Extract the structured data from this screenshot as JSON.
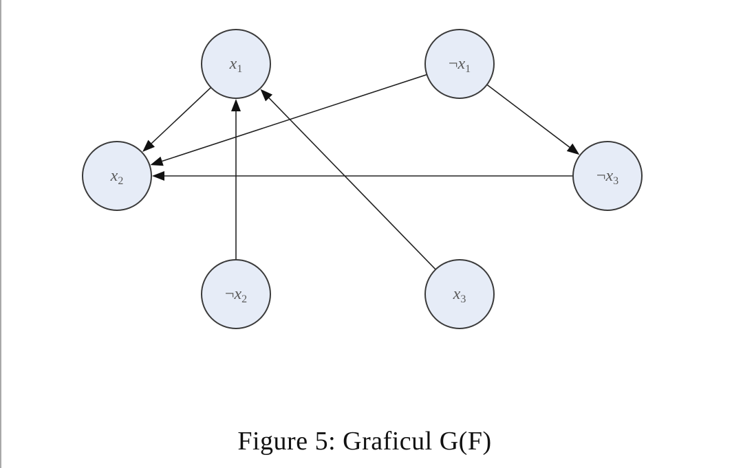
{
  "caption": "Figure 5: Graficul G(F)",
  "nodes": [
    {
      "id": "x1",
      "name": "x",
      "sub": "1",
      "neg": false
    },
    {
      "id": "nx1",
      "name": "x",
      "sub": "1",
      "neg": true
    },
    {
      "id": "x2",
      "name": "x",
      "sub": "2",
      "neg": false
    },
    {
      "id": "nx3",
      "name": "x",
      "sub": "3",
      "neg": true
    },
    {
      "id": "nx2",
      "name": "x",
      "sub": "2",
      "neg": true
    },
    {
      "id": "x3",
      "name": "x",
      "sub": "3",
      "neg": false
    }
  ],
  "edges": [
    {
      "from": "x1",
      "to": "x2"
    },
    {
      "from": "nx2",
      "to": "x1"
    },
    {
      "from": "x3",
      "to": "x1"
    },
    {
      "from": "nx1",
      "to": "x2"
    },
    {
      "from": "nx1",
      "to": "nx3"
    },
    {
      "from": "nx3",
      "to": "x2"
    }
  ],
  "colors": {
    "node_fill": "#e6ecf7",
    "node_stroke": "#3a3a3a",
    "edge": "#222222"
  }
}
